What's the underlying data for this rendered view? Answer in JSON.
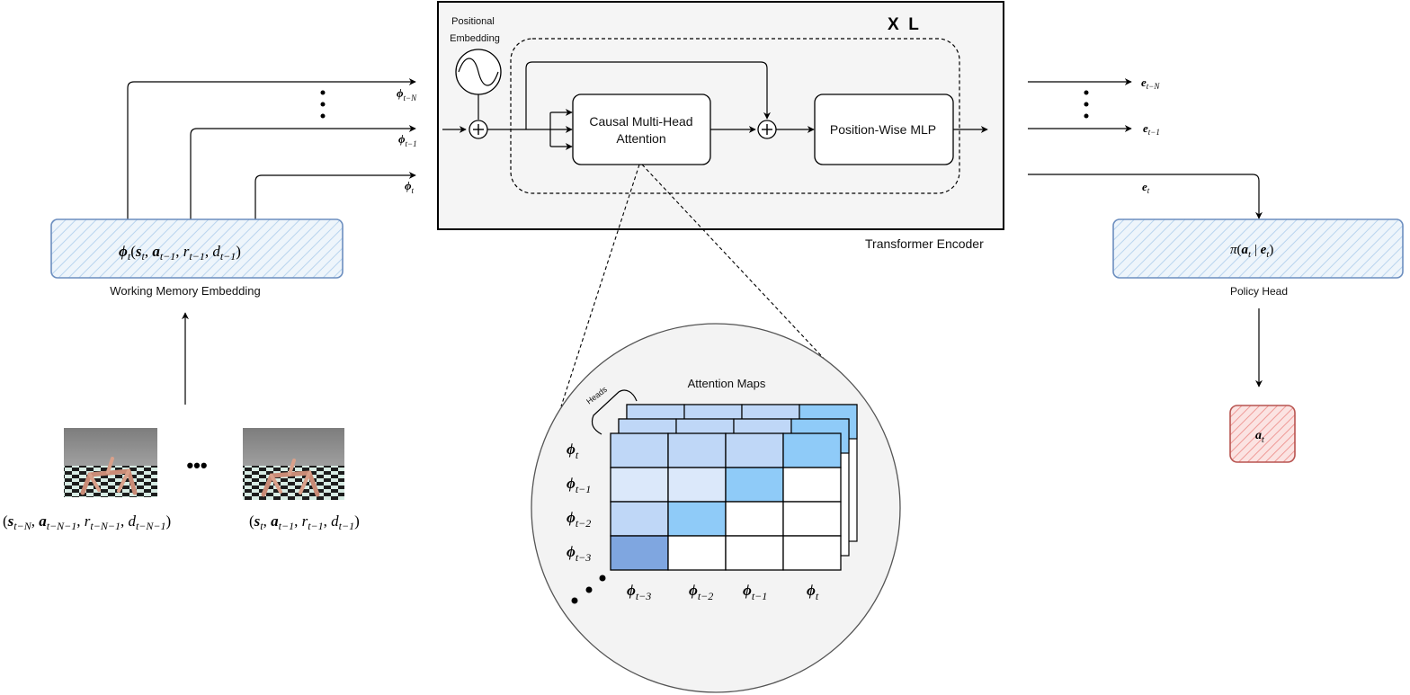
{
  "encoder": {
    "title": "Transformer Encoder",
    "repeat": "X  L",
    "positional_embedding": [
      "Positional",
      "Embedding"
    ],
    "attention_block": [
      "Causal Multi-Head",
      "Attention"
    ],
    "mlp_block": "Position-Wise MLP"
  },
  "inputs": {
    "phi_tN": {
      "base": "ϕ",
      "sub": "t−N"
    },
    "phi_t1": {
      "base": "ϕ",
      "sub": "t−1"
    },
    "phi_t": {
      "base": "ϕ",
      "sub": "t"
    }
  },
  "outputs": {
    "e_tN": {
      "base": "e",
      "sub": "t−N"
    },
    "e_t1": {
      "base": "e",
      "sub": "t−1"
    },
    "e_t": {
      "base": "e",
      "sub": "t"
    }
  },
  "working_memory": {
    "caption": "Working Memory Embedding",
    "formula": {
      "base": "ϕ",
      "sub": "t",
      "args": "(s, a, r, d)"
    }
  },
  "policy": {
    "caption": "Policy Head",
    "formula": "π(a | e)",
    "action": {
      "base": "a",
      "sub": "t"
    }
  },
  "observations": {
    "ellipsis": "•••",
    "first_label": "(s_{t−N}, a_{t−N−1}, r_{t−N−1}, d_{t−N−1})",
    "last_label": "(s_t, a_{t−1}, r_{t−1}, d_{t−1})"
  },
  "attention_maps": {
    "title": "Attention Maps",
    "heads_label": "Heads",
    "row_labels": [
      {
        "base": "ϕ",
        "sub": "t"
      },
      {
        "base": "ϕ",
        "sub": "t−1"
      },
      {
        "base": "ϕ",
        "sub": "t−2"
      },
      {
        "base": "ϕ",
        "sub": "t−3"
      }
    ],
    "col_labels": [
      {
        "base": "ϕ",
        "sub": "t−3"
      },
      {
        "base": "ϕ",
        "sub": "t−2"
      },
      {
        "base": "ϕ",
        "sub": "t−1"
      },
      {
        "base": "ϕ",
        "sub": "t"
      }
    ],
    "cells": [
      [
        "#bfd7f7",
        "#bfd7f7",
        "#bfd7f7",
        "#8fcbf8"
      ],
      [
        "#dbe8fa",
        "#dbe8fa",
        "#8fcbf8",
        "#ffffff"
      ],
      [
        "#bfd7f7",
        "#8fcbf8",
        "#ffffff",
        "#ffffff"
      ],
      [
        "#7fa6e0",
        "#ffffff",
        "#ffffff",
        "#ffffff"
      ]
    ],
    "back_row": [
      "#bfd7f7",
      "#bfd7f7",
      "#bfd7f7",
      "#8fcbf8"
    ]
  },
  "colors": {
    "blue_fill": "#dcebf7",
    "blue_stroke": "#6c8ebf",
    "red_fill": "#f8cecc",
    "red_stroke": "#b85450",
    "encoder_bg": "#f5f5f5"
  }
}
